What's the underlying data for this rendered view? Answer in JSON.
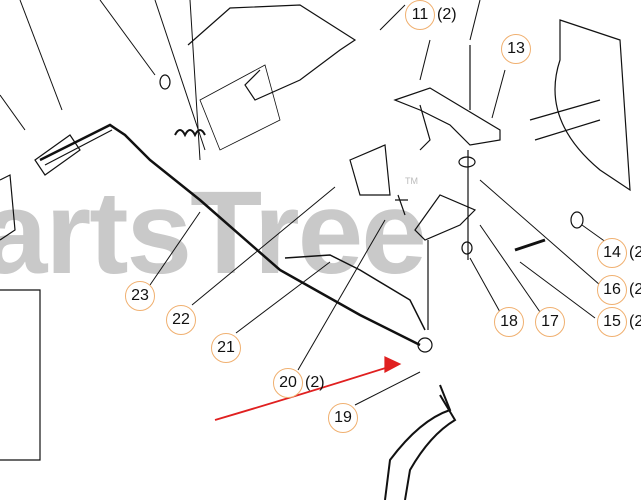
{
  "watermark": {
    "text": "PartsTree",
    "tm": "TM",
    "color": "#c9c9c9"
  },
  "callouts": [
    {
      "num": "11",
      "qty": "(2)"
    },
    {
      "num": "13",
      "qty": ""
    },
    {
      "num": "14",
      "qty": "(2"
    },
    {
      "num": "16",
      "qty": "(2"
    },
    {
      "num": "15",
      "qty": "(2"
    },
    {
      "num": "17",
      "qty": ""
    },
    {
      "num": "18",
      "qty": ""
    },
    {
      "num": "19",
      "qty": ""
    },
    {
      "num": "20",
      "qty": "(2)"
    },
    {
      "num": "21",
      "qty": ""
    },
    {
      "num": "22",
      "qty": ""
    },
    {
      "num": "23",
      "qty": ""
    }
  ],
  "colors": {
    "callout_ring": "#f0b070",
    "annotation_arrow": "#e02020",
    "line": "#111111"
  }
}
